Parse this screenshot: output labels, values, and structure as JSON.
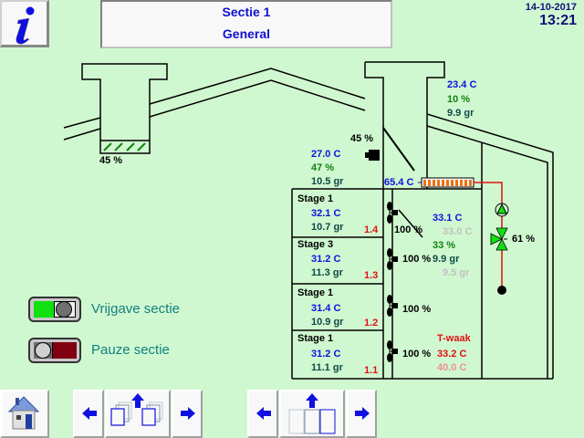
{
  "header": {
    "title_line1": "Sectie 1",
    "title_line2": "General",
    "date": "14-10-2017",
    "time": "13:21"
  },
  "left_chimney": {
    "valve_percent": "45 %"
  },
  "inlet": {
    "flap_percent": "45 %",
    "temperature": "27.0 C",
    "humidity": "47 %",
    "absolute": "10.5 gr"
  },
  "outside": {
    "temperature": "23.4 C",
    "humidity": "10 %",
    "absolute": "9.9 gr"
  },
  "heater": {
    "temperature": "65.4 C"
  },
  "valve": {
    "percent": "61 %"
  },
  "stages": [
    {
      "name": "Stage 1",
      "temperature": "32.1 C",
      "absolute": "10.7 gr",
      "ratio": "1.4",
      "fan": "100 %"
    },
    {
      "name": "Stage 3",
      "temperature": "31.2 C",
      "absolute": "11.3 gr",
      "ratio": "1.3",
      "fan": "100 %"
    },
    {
      "name": "Stage 1",
      "temperature": "31.4 C",
      "absolute": "10.9 gr",
      "ratio": "1.2",
      "fan": "100 %"
    },
    {
      "name": "Stage 1",
      "temperature": "31.2 C",
      "absolute": "11.1 gr",
      "ratio": "1.1",
      "fan": "100 %"
    }
  ],
  "room": {
    "temperature": "33.1 C",
    "temperature_setpoint": "33.0 C",
    "humidity": "33 %",
    "absolute": "9.9 gr",
    "absolute_setpoint": "9.5 gr"
  },
  "twaak": {
    "label": "T-waak",
    "temperature": "33.2 C",
    "setpoint": "40.0 C"
  },
  "legend": {
    "release_label": "Vrijgave sectie",
    "pause_label": "Pauze sectie"
  },
  "colors": {
    "background": "#d0f8d0",
    "release_on": "#10e010",
    "pause_on": "#800010",
    "heater_pipe": "#e01010"
  }
}
